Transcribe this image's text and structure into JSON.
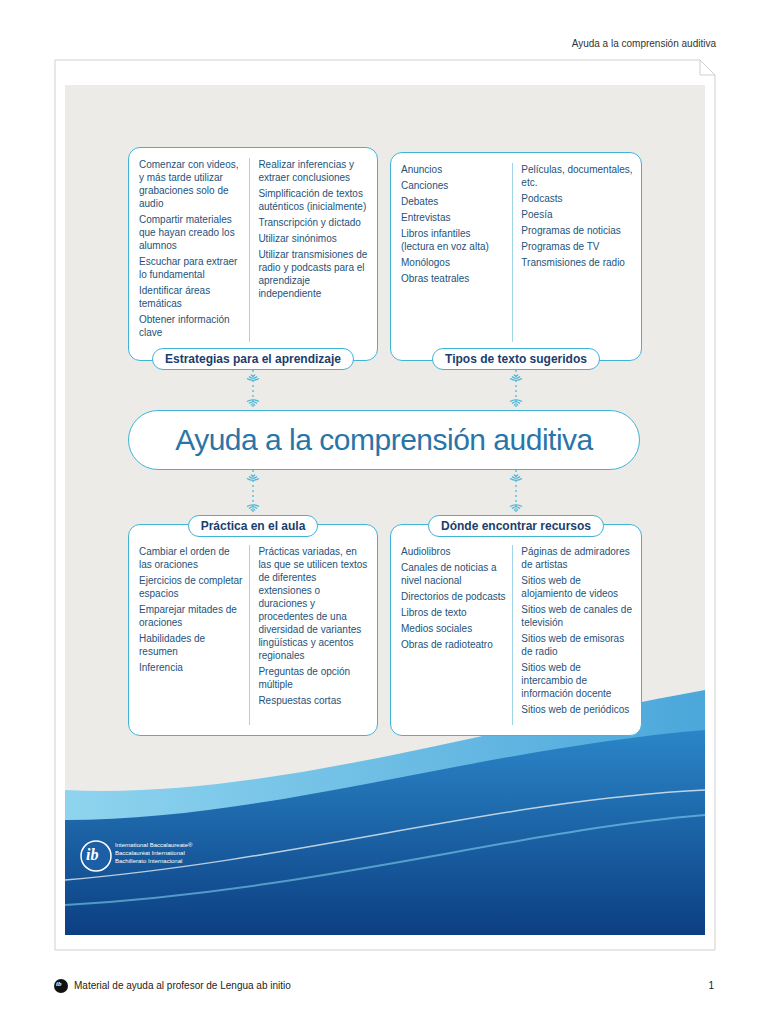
{
  "diagram": {
    "nodes": [
      {
        "text": [
          "Estrategias para el aprendizaje",
          "Comenzar con videos, y más tarde utilizar grabaciones solo de audio",
          "Compartir materiales que hayan creado los alumnos",
          "Escuchar para extraer lo fundamental",
          "Identificar áreas temáticas",
          "Obtener información clave",
          "Realizar inferencias y extraer conclusiones",
          "Simplificación de textos auténticos (inicialmente)",
          "Transcripción y dictado",
          "Utilizar sinónimos",
          "Utilizar transmisiones de radio y podcasts para el aprendizaje independiente"
        ]
      },
      {
        "text": [
          "Tipos de texto sugeridos",
          "Anuncios",
          "Canciones",
          "Debates",
          "Entrevistas",
          "Libros infantiles (lectura en voz alta)",
          "Monólogos",
          "Obras teatrales",
          "Películas, documentales, etc.",
          "Podcasts",
          "Poesía",
          "Programas de noticias",
          "Programas de TV",
          "Transmisiones de radio"
        ]
      },
      {
        "text": [
          "Ayuda a la comprensión auditiva"
        ]
      },
      {
        "text": [
          "Práctica en el aula",
          "Cambiar el orden de las oraciones",
          "Ejercicios de completar espacios",
          "Emparejar mitades de oraciones",
          "Habilidades de resumen",
          "Inferencia",
          "Prácticas variadas, en las que se utilicen textos de diferentes extensiones o duraciones y procedentes de una diversidad de variantes lingüísticas y acentos regionales",
          "Preguntas de opción múltiple",
          "Respuestas cortas"
        ]
      },
      {
        "text": [
          "Dónde encontrar recursos",
          "Audiolibros",
          "Canales de noticias a nivel nacional",
          "Directorios de podcasts",
          "Libros de texto",
          "Medios sociales",
          "Obras de radioteatro",
          "Páginas de admiradores de artistas",
          "Sitios web de alojamiento de videos",
          "Sitios web de canales de televisión",
          "Sitios web de emisoras de radio",
          "Sitios web de intercambio de información docente",
          "Sitios web de periódicos"
        ]
      }
    ],
    "edges": [
      {
        "from": 0,
        "to": 2,
        "arrow": "none"
      },
      {
        "from": 1,
        "to": 2,
        "arrow": "none"
      },
      {
        "from": 2,
        "to": 3,
        "arrow": "none"
      },
      {
        "from": 2,
        "to": 4,
        "arrow": "none"
      }
    ],
    "labels": [
      "Ayuda a la comprensión auditiva",
      "ib",
      "International Baccalaureate®",
      "Baccalauréat International",
      "Bachillerato Internacional",
      "ib",
      "Material de ayuda al profesor de Lengua ab initio",
      "1"
    ]
  }
}
